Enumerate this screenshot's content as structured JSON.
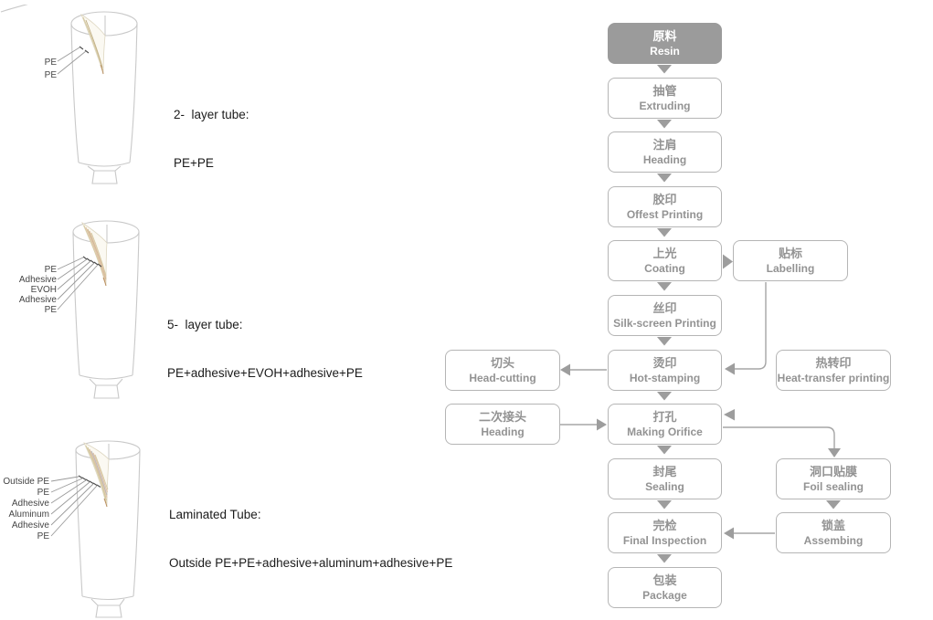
{
  "tubes": [
    {
      "title": "2-  layer tube:",
      "composition": "PE+PE",
      "layer_labels": [
        "PE",
        "PE"
      ]
    },
    {
      "title": "5-  layer tube:",
      "composition": "PE+adhesive+EVOH+adhesive+PE",
      "layer_labels": [
        "PE",
        "Adhesive",
        "EVOH",
        "Adhesive",
        "PE"
      ]
    },
    {
      "title": "Laminated Tube:",
      "composition": "Outside PE+PE+adhesive+aluminum+adhesive+PE",
      "layer_labels": [
        "Outside PE",
        "PE",
        "Adhesive",
        "Aluminum",
        "Adhesive",
        "PE"
      ]
    }
  ],
  "flowchart": {
    "colors": {
      "start_fill": "#9b9b9b",
      "start_text": "#ffffff",
      "box_border": "#b5b5b5",
      "box_text": "#939393",
      "connector": "#a5a5a5"
    },
    "main": [
      {
        "cn": "原料",
        "en": "Resin"
      },
      {
        "cn": "抽管",
        "en": "Extruding"
      },
      {
        "cn": "注肩",
        "en": "Heading"
      },
      {
        "cn": "胶印",
        "en": "Offest Printing"
      },
      {
        "cn": "上光",
        "en": "Coating"
      },
      {
        "cn": "丝印",
        "en": "Silk-screen Printing"
      },
      {
        "cn": "烫印",
        "en": "Hot-stamping"
      },
      {
        "cn": "打孔",
        "en": "Making Orifice"
      },
      {
        "cn": "封尾",
        "en": "Sealing"
      },
      {
        "cn": "完检",
        "en": "Final Inspection"
      },
      {
        "cn": "包装",
        "en": "Package"
      }
    ],
    "side": [
      {
        "cn": "贴标",
        "en": "Labelling"
      },
      {
        "cn": "切头",
        "en": "Head-cutting"
      },
      {
        "cn": "热转印",
        "en": "Heat-transfer printing"
      },
      {
        "cn": "二次接头",
        "en": "Heading"
      },
      {
        "cn": "洞口贴膜",
        "en": "Foil sealing"
      },
      {
        "cn": "锁盖",
        "en": "Assembing"
      }
    ]
  }
}
